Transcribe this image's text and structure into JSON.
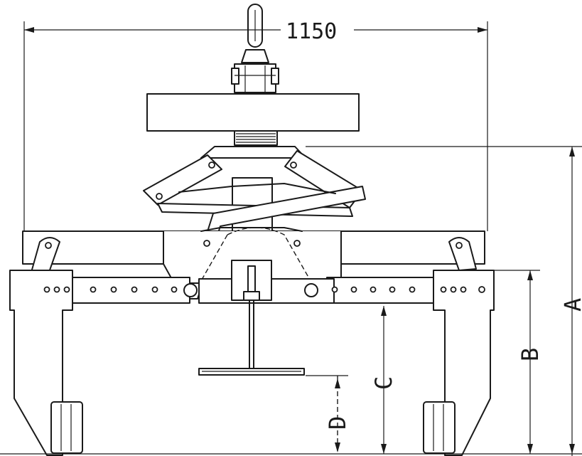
{
  "dimensions": {
    "width_value": "1150",
    "label_a": "A",
    "label_b": "B",
    "label_c": "C",
    "label_d": "D"
  },
  "colors": {
    "line": "#1a1a1a",
    "background": "#ffffff"
  }
}
